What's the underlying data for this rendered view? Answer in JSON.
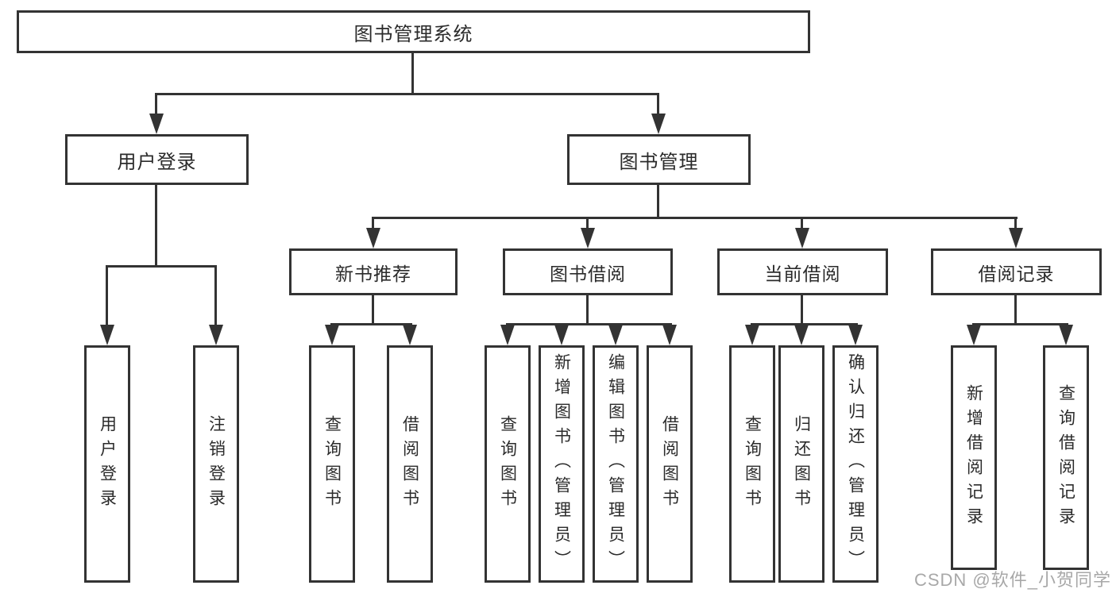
{
  "tree": {
    "label": "图书管理系统",
    "children": [
      {
        "label": "用户登录",
        "children": [
          {
            "label": "用户登录"
          },
          {
            "label": "注销登录"
          }
        ]
      },
      {
        "label": "图书管理",
        "children": [
          {
            "label": "新书推荐",
            "children": [
              {
                "label": "查询图书"
              },
              {
                "label": "借阅图书"
              }
            ]
          },
          {
            "label": "图书借阅",
            "children": [
              {
                "label": "查询图书"
              },
              {
                "label": "新增图书（管理员）"
              },
              {
                "label": "编辑图书（管理员）"
              },
              {
                "label": "借阅图书"
              }
            ]
          },
          {
            "label": "当前借阅",
            "children": [
              {
                "label": "查询图书"
              },
              {
                "label": "归还图书"
              },
              {
                "label": "确认归还（管理员）"
              }
            ]
          },
          {
            "label": "借阅记录",
            "children": [
              {
                "label": "新增借阅记录"
              },
              {
                "label": "查询借阅记录"
              }
            ]
          }
        ]
      }
    ]
  },
  "watermark": {
    "text": "CSDN @软件_小贺同学"
  },
  "colors": {
    "line": "#333333",
    "border": "#333333",
    "text": "#2b2b2b",
    "watermark": "#a8a8a8",
    "background": "#ffffff"
  }
}
